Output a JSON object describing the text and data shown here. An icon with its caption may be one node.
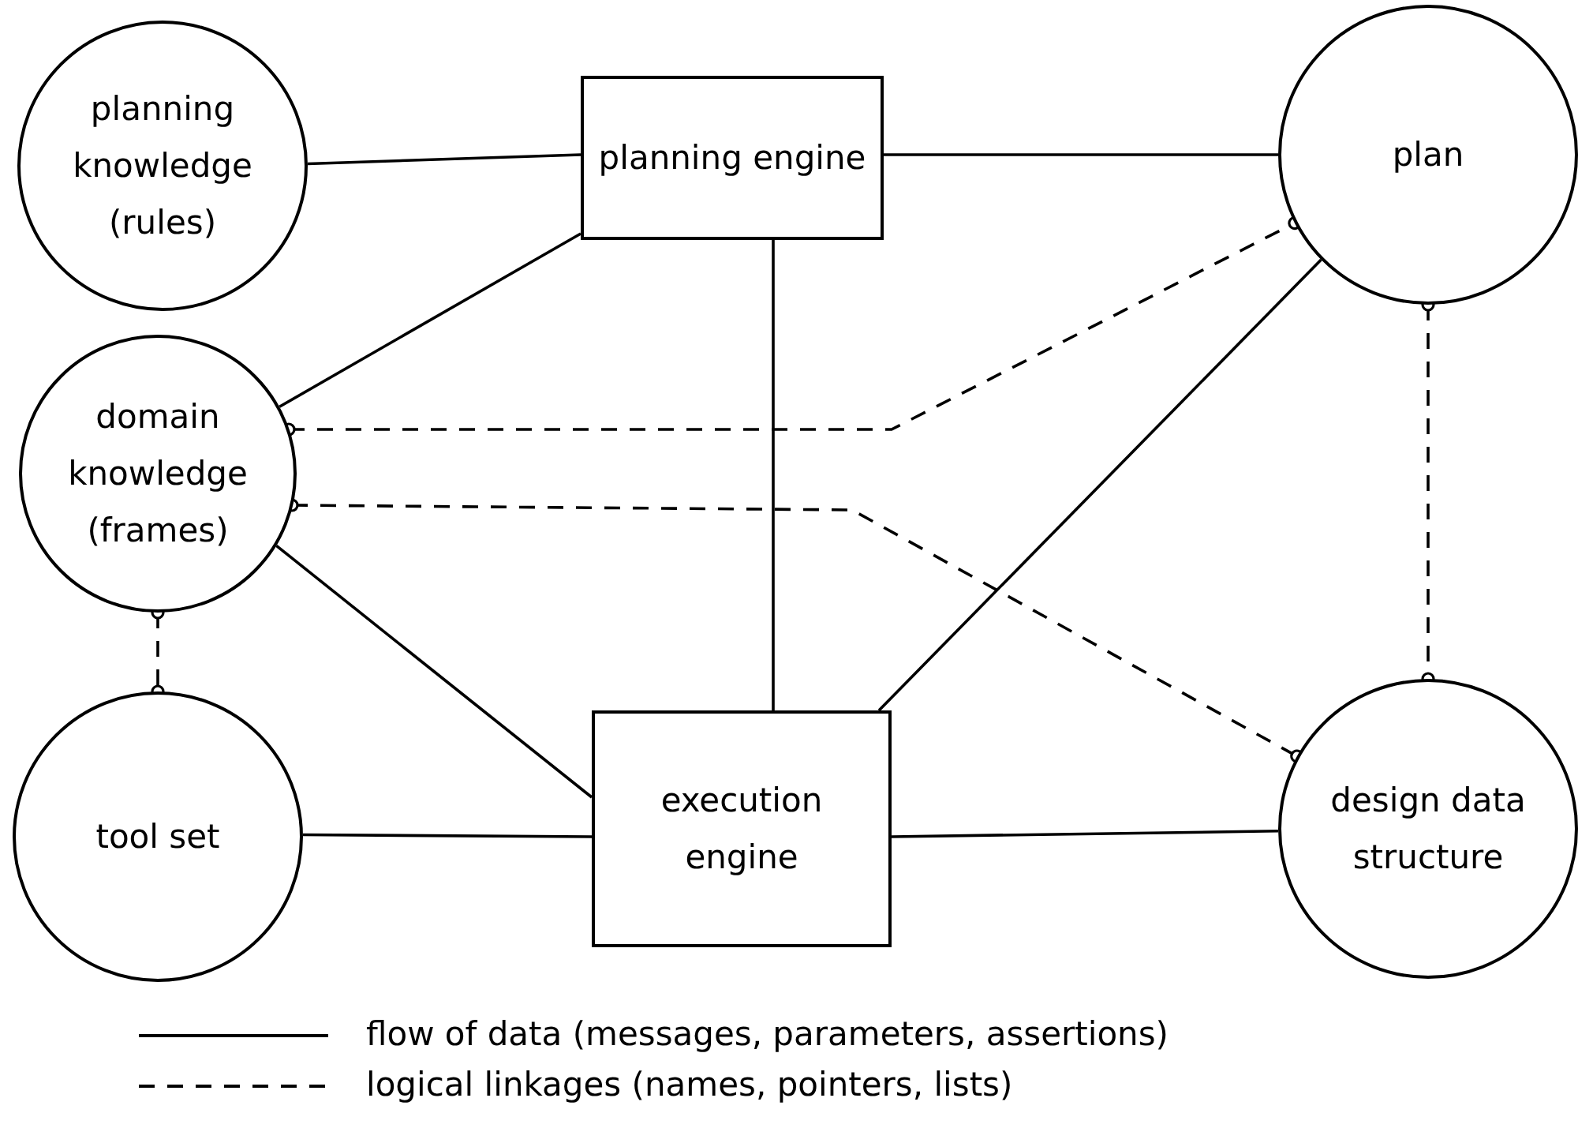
{
  "diagram": {
    "nodes": [
      {
        "text": [
          "planning knowledge (rules)"
        ]
      },
      {
        "text": [
          "planning engine"
        ]
      },
      {
        "text": [
          "plan"
        ]
      },
      {
        "text": [
          "domain knowledge (frames)"
        ]
      },
      {
        "text": [
          "tool set"
        ]
      },
      {
        "text": [
          "execution engine"
        ]
      },
      {
        "text": [
          "design data structure"
        ]
      }
    ],
    "edges": [
      {
        "from": 0,
        "to": 1,
        "arrow": "none"
      },
      {
        "from": 1,
        "to": 2,
        "arrow": "none"
      },
      {
        "from": 3,
        "to": 1,
        "arrow": "none"
      },
      {
        "from": 1,
        "to": 5,
        "arrow": "none"
      },
      {
        "from": 2,
        "to": 5,
        "arrow": "none"
      },
      {
        "from": 3,
        "to": 5,
        "arrow": "none"
      },
      {
        "from": 4,
        "to": 5,
        "arrow": "none"
      },
      {
        "from": 5,
        "to": 6,
        "arrow": "none"
      },
      {
        "from": 3,
        "to": 2,
        "arrow": "other",
        "style": "dashed"
      },
      {
        "from": 3,
        "to": 6,
        "arrow": "other",
        "style": "dashed"
      },
      {
        "from": 3,
        "to": 4,
        "arrow": "other",
        "style": "dashed"
      },
      {
        "from": 2,
        "to": 6,
        "arrow": "other",
        "style": "dashed"
      }
    ],
    "legend": [
      {
        "text": "flow of data (messages, parameters, assertions)"
      },
      {
        "text": "logical linkages (names, pointers, lists)"
      }
    ]
  }
}
